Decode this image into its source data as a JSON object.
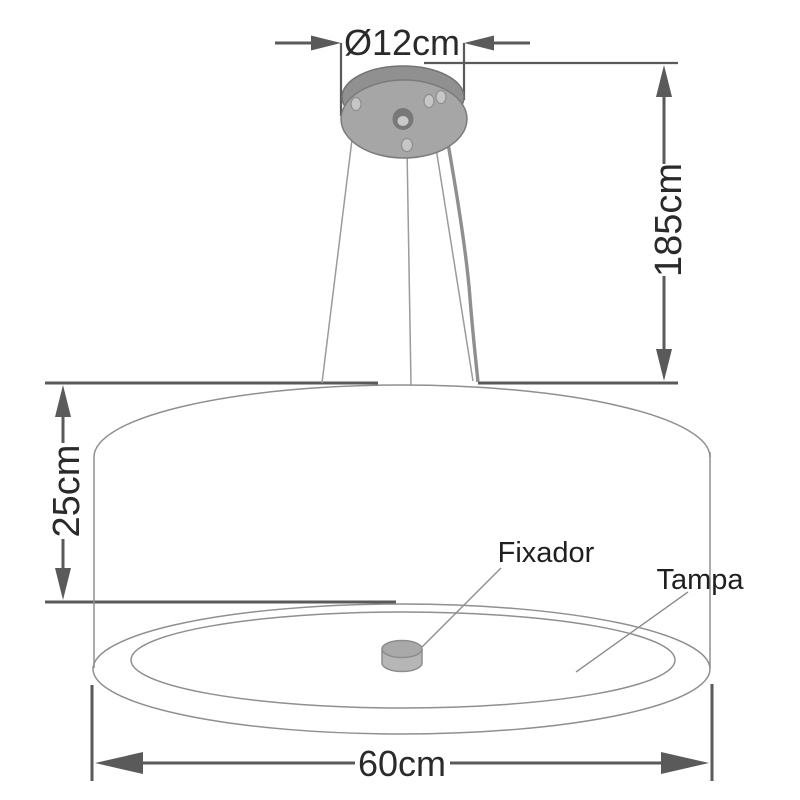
{
  "diagram": {
    "title": "pendant-drum-lamp-dimension-drawing",
    "dimensions": {
      "canopy_diameter": "Ø12cm",
      "drop_height": "185cm",
      "shade_height": "25cm",
      "shade_diameter": "60cm"
    },
    "part_labels": {
      "fixador": "Fixador",
      "tampa": "Tampa"
    },
    "colors": {
      "background": "#ffffff",
      "dimension_lines": "#5a5a5a",
      "drawing_outlines": "#8f8f8f",
      "label_text": "#2a2a2a",
      "canopy_face": "#a6a6a6",
      "canopy_rim": "#909090",
      "knob_gray": "#b6b6b6"
    }
  }
}
